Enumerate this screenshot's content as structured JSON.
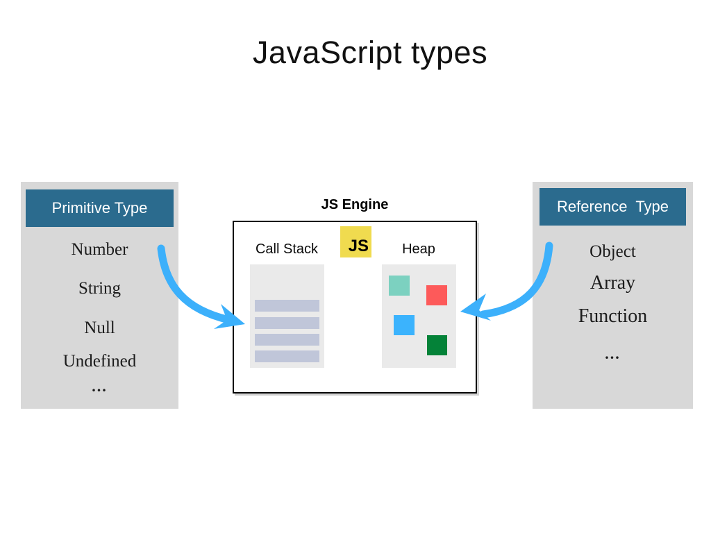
{
  "title": "JavaScript types",
  "colors": {
    "panel_bg": "#d8d8d8",
    "header_bg": "#2b6b8e",
    "header_text": "#ffffff",
    "arrow_blue": "#3cb0fb",
    "tray_bg": "#eaeaea",
    "stack_bar": "#c0c6d9",
    "js_logo_bg": "#f0db4f",
    "heap_teal": "#7cd1c0",
    "heap_red": "#fd5a5a",
    "heap_blue": "#3bb3fd",
    "heap_green": "#048238"
  },
  "left_panel": {
    "header": "Primitive Type",
    "items": [
      "Number",
      "String",
      "Null",
      "Undefined",
      "..."
    ]
  },
  "right_panel": {
    "header": "Reference  Type",
    "items": [
      "Object",
      "Array",
      "Function",
      "..."
    ]
  },
  "engine": {
    "label": "JS Engine",
    "js_logo_text": "JS",
    "call_stack_label": "Call Stack",
    "heap_label": "Heap"
  }
}
